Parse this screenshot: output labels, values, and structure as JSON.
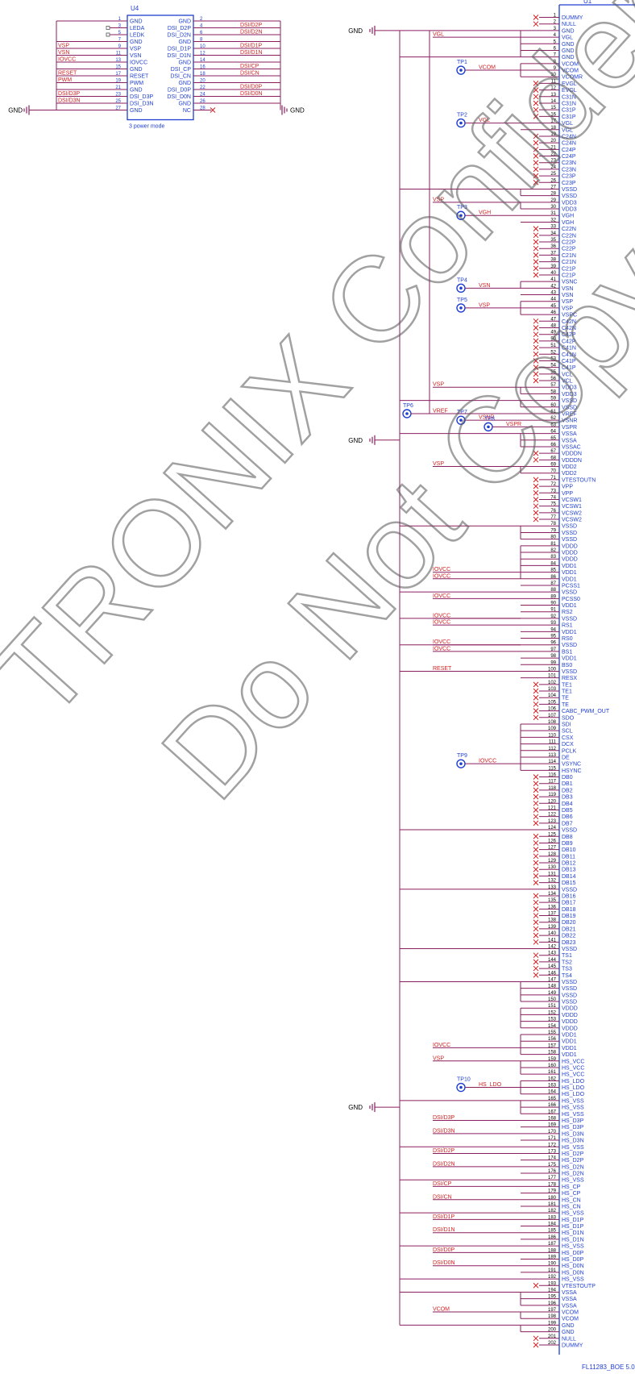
{
  "watermark": {
    "line1": "TRONIX Confidential",
    "line2": "Do Not Copy"
  },
  "colors": {
    "wire": "#8a1f5e",
    "text_blue": "#1f3fd0",
    "text_red": "#d42020",
    "box": "#1f3fd0",
    "nc_x": "#d42020"
  },
  "u4": {
    "refdes": "U4",
    "caption": "3 power mode",
    "left_pins": [
      {
        "num": "1",
        "name": "GND",
        "net": ""
      },
      {
        "num": "3",
        "name": "LEDA",
        "net": ""
      },
      {
        "num": "5",
        "name": "LEDK",
        "net": ""
      },
      {
        "num": "7",
        "name": "GND",
        "net": ""
      },
      {
        "num": "9",
        "name": "VSP",
        "net": "VSP"
      },
      {
        "num": "11",
        "name": "VSN",
        "net": "VSN"
      },
      {
        "num": "13",
        "name": "IOVCC",
        "net": "IOVCC"
      },
      {
        "num": "15",
        "name": "GND",
        "net": ""
      },
      {
        "num": "17",
        "name": "RESET",
        "net": "RESET"
      },
      {
        "num": "19",
        "name": "PWM",
        "net": "PWM"
      },
      {
        "num": "21",
        "name": "GND",
        "net": ""
      },
      {
        "num": "23",
        "name": "DSI_D3P",
        "net": "DSI/D3P"
      },
      {
        "num": "25",
        "name": "DSI_D3N",
        "net": "DSI/D3N"
      },
      {
        "num": "27",
        "name": "GND",
        "net": ""
      }
    ],
    "right_pins": [
      {
        "num": "2",
        "name": "GND",
        "net": ""
      },
      {
        "num": "4",
        "name": "DSI_D2P",
        "net": "DSI/D2P"
      },
      {
        "num": "6",
        "name": "DSI_D2N",
        "net": "DSI/D2N"
      },
      {
        "num": "8",
        "name": "GND",
        "net": ""
      },
      {
        "num": "10",
        "name": "DSI_D1P",
        "net": "DSI/D1P"
      },
      {
        "num": "12",
        "name": "DSI_D1N",
        "net": "DSI/D1N"
      },
      {
        "num": "14",
        "name": "GND",
        "net": ""
      },
      {
        "num": "16",
        "name": "DSI_CP",
        "net": "DSI/CP"
      },
      {
        "num": "18",
        "name": "DSI_CN",
        "net": "DSI/CN"
      },
      {
        "num": "20",
        "name": "GND",
        "net": ""
      },
      {
        "num": "22",
        "name": "DSI_D0P",
        "net": "DSI/D0P"
      },
      {
        "num": "24",
        "name": "DSI_D0N",
        "net": "DSI/D0N"
      },
      {
        "num": "26",
        "name": "GND",
        "net": ""
      },
      {
        "num": "28",
        "name": "NC",
        "net": ""
      }
    ]
  },
  "gnd_label": "GND",
  "u1": {
    "refdes": "U1",
    "caption": "FL11283_BOE 5.0",
    "pins": [
      {
        "num": "1",
        "name": "DUMMY",
        "nc": true
      },
      {
        "num": "2",
        "name": "NULL",
        "nc": true
      },
      {
        "num": "3",
        "name": "GND"
      },
      {
        "num": "4",
        "name": "VGL"
      },
      {
        "num": "5",
        "name": "GND"
      },
      {
        "num": "6",
        "name": "GND"
      },
      {
        "num": "7",
        "name": "GND"
      },
      {
        "num": "8",
        "name": "VCOM"
      },
      {
        "num": "9",
        "name": "VCOM"
      },
      {
        "num": "10",
        "name": "VCOMR"
      },
      {
        "num": "11",
        "name": "EVGL",
        "nc": true
      },
      {
        "num": "12",
        "name": "EVGL",
        "nc": true
      },
      {
        "num": "13",
        "name": "C31N",
        "nc": true
      },
      {
        "num": "14",
        "name": "C31N",
        "nc": true
      },
      {
        "num": "15",
        "name": "C31P",
        "nc": true
      },
      {
        "num": "16",
        "name": "C31P",
        "nc": true
      },
      {
        "num": "17",
        "name": "VGL"
      },
      {
        "num": "18",
        "name": "VGL"
      },
      {
        "num": "19",
        "name": "C24N",
        "nc": true
      },
      {
        "num": "20",
        "name": "C24N",
        "nc": true
      },
      {
        "num": "21",
        "name": "C24P",
        "nc": true
      },
      {
        "num": "22",
        "name": "C24P",
        "nc": true
      },
      {
        "num": "23",
        "name": "C23N",
        "nc": true
      },
      {
        "num": "24",
        "name": "C23N",
        "nc": true
      },
      {
        "num": "25",
        "name": "C23P",
        "nc": true
      },
      {
        "num": "26",
        "name": "C23P",
        "nc": true
      },
      {
        "num": "27",
        "name": "VSSD"
      },
      {
        "num": "28",
        "name": "VSSD"
      },
      {
        "num": "29",
        "name": "VDD3"
      },
      {
        "num": "30",
        "name": "VDD3"
      },
      {
        "num": "31",
        "name": "VGH"
      },
      {
        "num": "32",
        "name": "VGH"
      },
      {
        "num": "33",
        "name": "C22N",
        "nc": true
      },
      {
        "num": "34",
        "name": "C22N",
        "nc": true
      },
      {
        "num": "35",
        "name": "C22P",
        "nc": true
      },
      {
        "num": "36",
        "name": "C22P",
        "nc": true
      },
      {
        "num": "37",
        "name": "C21N",
        "nc": true
      },
      {
        "num": "38",
        "name": "C21N",
        "nc": true
      },
      {
        "num": "39",
        "name": "C21P",
        "nc": true
      },
      {
        "num": "40",
        "name": "C21P",
        "nc": true
      },
      {
        "num": "41",
        "name": "VSNC"
      },
      {
        "num": "42",
        "name": "VSN"
      },
      {
        "num": "43",
        "name": "VSN"
      },
      {
        "num": "44",
        "name": "VSP"
      },
      {
        "num": "45",
        "name": "VSP"
      },
      {
        "num": "46",
        "name": "VSPC"
      },
      {
        "num": "47",
        "name": "C42N",
        "nc": true
      },
      {
        "num": "48",
        "name": "C42N",
        "nc": true
      },
      {
        "num": "49",
        "name": "C42P",
        "nc": true
      },
      {
        "num": "50",
        "name": "C42P",
        "nc": true
      },
      {
        "num": "51",
        "name": "C41N",
        "nc": true
      },
      {
        "num": "52",
        "name": "C41N",
        "nc": true
      },
      {
        "num": "53",
        "name": "C41P",
        "nc": true
      },
      {
        "num": "54",
        "name": "C41P",
        "nc": true
      },
      {
        "num": "55",
        "name": "VCL",
        "nc": true
      },
      {
        "num": "56",
        "name": "VCL",
        "nc": true
      },
      {
        "num": "57",
        "name": "VDD3"
      },
      {
        "num": "58",
        "name": "VDD3"
      },
      {
        "num": "59",
        "name": "VSSD"
      },
      {
        "num": "60",
        "name": "VSSD"
      },
      {
        "num": "61",
        "name": "VREF"
      },
      {
        "num": "62",
        "name": "VSNR"
      },
      {
        "num": "63",
        "name": "VSPR"
      },
      {
        "num": "64",
        "name": "VSSA"
      },
      {
        "num": "65",
        "name": "VSSA"
      },
      {
        "num": "66",
        "name": "VSSAC"
      },
      {
        "num": "67",
        "name": "VDDDN",
        "nc": true
      },
      {
        "num": "68",
        "name": "VDDDN",
        "nc": true
      },
      {
        "num": "69",
        "name": "VDD2"
      },
      {
        "num": "70",
        "name": "VDD2"
      },
      {
        "num": "71",
        "name": "VTESTOUTN",
        "nc": true
      },
      {
        "num": "72",
        "name": "VPP",
        "nc": true
      },
      {
        "num": "73",
        "name": "VPP",
        "nc": true
      },
      {
        "num": "74",
        "name": "VCSW1",
        "nc": true
      },
      {
        "num": "75",
        "name": "VCSW1",
        "nc": true
      },
      {
        "num": "76",
        "name": "VCSW2",
        "nc": true
      },
      {
        "num": "77",
        "name": "VCSW2",
        "nc": true
      },
      {
        "num": "78",
        "name": "VSSD"
      },
      {
        "num": "79",
        "name": "VSSD"
      },
      {
        "num": "80",
        "name": "VSSD"
      },
      {
        "num": "81",
        "name": "VDDD"
      },
      {
        "num": "82",
        "name": "VDDD"
      },
      {
        "num": "83",
        "name": "VDDD"
      },
      {
        "num": "84",
        "name": "VDD1"
      },
      {
        "num": "85",
        "name": "VDD1"
      },
      {
        "num": "86",
        "name": "VDD1"
      },
      {
        "num": "87",
        "name": "PCSS1"
      },
      {
        "num": "88",
        "name": "VSSD"
      },
      {
        "num": "89",
        "name": "PCSS0"
      },
      {
        "num": "90",
        "name": "VDD1"
      },
      {
        "num": "91",
        "name": "RS2"
      },
      {
        "num": "92",
        "name": "VSSD"
      },
      {
        "num": "93",
        "name": "RS1"
      },
      {
        "num": "94",
        "name": "VDD1"
      },
      {
        "num": "95",
        "name": "RS0"
      },
      {
        "num": "96",
        "name": "VSSD"
      },
      {
        "num": "97",
        "name": "BS1"
      },
      {
        "num": "98",
        "name": "VDD1"
      },
      {
        "num": "99",
        "name": "BS0"
      },
      {
        "num": "100",
        "name": "VSSD"
      },
      {
        "num": "101",
        "name": "RESX"
      },
      {
        "num": "102",
        "name": "TE1",
        "nc": true
      },
      {
        "num": "103",
        "name": "TE1",
        "nc": true
      },
      {
        "num": "104",
        "name": "TE",
        "nc": true
      },
      {
        "num": "105",
        "name": "TE",
        "nc": true
      },
      {
        "num": "106",
        "name": "CABC_PWM_OUT",
        "nc": true
      },
      {
        "num": "107",
        "name": "SDO",
        "nc": true
      },
      {
        "num": "108",
        "name": "SDI"
      },
      {
        "num": "109",
        "name": "SCL"
      },
      {
        "num": "110",
        "name": "CSX"
      },
      {
        "num": "111",
        "name": "DCX"
      },
      {
        "num": "112",
        "name": "PCLK"
      },
      {
        "num": "113",
        "name": "DE"
      },
      {
        "num": "114",
        "name": "VSYNC"
      },
      {
        "num": "115",
        "name": "HSYNC"
      },
      {
        "num": "116",
        "name": "DB0",
        "nc": true
      },
      {
        "num": "117",
        "name": "DB1",
        "nc": true
      },
      {
        "num": "118",
        "name": "DB2",
        "nc": true
      },
      {
        "num": "119",
        "name": "DB3",
        "nc": true
      },
      {
        "num": "120",
        "name": "DB4",
        "nc": true
      },
      {
        "num": "121",
        "name": "DB5",
        "nc": true
      },
      {
        "num": "122",
        "name": "DB6",
        "nc": true
      },
      {
        "num": "123",
        "name": "DB7",
        "nc": true
      },
      {
        "num": "124",
        "name": "VSSD"
      },
      {
        "num": "125",
        "name": "DB8",
        "nc": true
      },
      {
        "num": "126",
        "name": "DB9",
        "nc": true
      },
      {
        "num": "127",
        "name": "DB10",
        "nc": true
      },
      {
        "num": "128",
        "name": "DB11",
        "nc": true
      },
      {
        "num": "129",
        "name": "DB12",
        "nc": true
      },
      {
        "num": "130",
        "name": "DB13",
        "nc": true
      },
      {
        "num": "131",
        "name": "DB14",
        "nc": true
      },
      {
        "num": "132",
        "name": "DB15",
        "nc": true
      },
      {
        "num": "133",
        "name": "VSSD"
      },
      {
        "num": "134",
        "name": "DB16",
        "nc": true
      },
      {
        "num": "135",
        "name": "DB17",
        "nc": true
      },
      {
        "num": "136",
        "name": "DB18",
        "nc": true
      },
      {
        "num": "137",
        "name": "DB19",
        "nc": true
      },
      {
        "num": "138",
        "name": "DB20",
        "nc": true
      },
      {
        "num": "139",
        "name": "DB21",
        "nc": true
      },
      {
        "num": "140",
        "name": "DB22",
        "nc": true
      },
      {
        "num": "141",
        "name": "DB23",
        "nc": true
      },
      {
        "num": "142",
        "name": "VSSD"
      },
      {
        "num": "143",
        "name": "TS1",
        "nc": true
      },
      {
        "num": "144",
        "name": "TS2",
        "nc": true
      },
      {
        "num": "145",
        "name": "TS3",
        "nc": true
      },
      {
        "num": "146",
        "name": "TS4",
        "nc": true
      },
      {
        "num": "147",
        "name": "VSSD"
      },
      {
        "num": "148",
        "name": "VSSD"
      },
      {
        "num": "149",
        "name": "VSSD"
      },
      {
        "num": "150",
        "name": "VSSD"
      },
      {
        "num": "151",
        "name": "VDDD"
      },
      {
        "num": "152",
        "name": "VDDD"
      },
      {
        "num": "153",
        "name": "VDDD"
      },
      {
        "num": "154",
        "name": "VDDD"
      },
      {
        "num": "155",
        "name": "VDD1"
      },
      {
        "num": "156",
        "name": "VDD1"
      },
      {
        "num": "157",
        "name": "VDD1"
      },
      {
        "num": "158",
        "name": "VDD1"
      },
      {
        "num": "159",
        "name": "HS_VCC"
      },
      {
        "num": "160",
        "name": "HS_VCC"
      },
      {
        "num": "161",
        "name": "HS_VCC"
      },
      {
        "num": "162",
        "name": "HS_LDO"
      },
      {
        "num": "163",
        "name": "HS_LDO"
      },
      {
        "num": "164",
        "name": "HS_LDO"
      },
      {
        "num": "165",
        "name": "HS_VSS"
      },
      {
        "num": "166",
        "name": "HS_VSS"
      },
      {
        "num": "167",
        "name": "HS_VSS"
      },
      {
        "num": "168",
        "name": "HS_D3P"
      },
      {
        "num": "169",
        "name": "HS_D3P"
      },
      {
        "num": "170",
        "name": "HS_D3N"
      },
      {
        "num": "171",
        "name": "HS_D3N"
      },
      {
        "num": "172",
        "name": "HS_VSS"
      },
      {
        "num": "173",
        "name": "HS_D2P"
      },
      {
        "num": "174",
        "name": "HS_D2P"
      },
      {
        "num": "175",
        "name": "HS_D2N"
      },
      {
        "num": "176",
        "name": "HS_D2N"
      },
      {
        "num": "177",
        "name": "HS_VSS"
      },
      {
        "num": "178",
        "name": "HS_CP"
      },
      {
        "num": "179",
        "name": "HS_CP"
      },
      {
        "num": "180",
        "name": "HS_CN"
      },
      {
        "num": "181",
        "name": "HS_CN"
      },
      {
        "num": "182",
        "name": "HS_VSS"
      },
      {
        "num": "183",
        "name": "HS_D1P"
      },
      {
        "num": "184",
        "name": "HS_D1P"
      },
      {
        "num": "185",
        "name": "HS_D1N"
      },
      {
        "num": "186",
        "name": "HS_D1N"
      },
      {
        "num": "187",
        "name": "HS_VSS"
      },
      {
        "num": "188",
        "name": "HS_D0P"
      },
      {
        "num": "189",
        "name": "HS_D0P"
      },
      {
        "num": "190",
        "name": "HS_D0N"
      },
      {
        "num": "191",
        "name": "HS_D0N"
      },
      {
        "num": "192",
        "name": "HS_VSS"
      },
      {
        "num": "193",
        "name": "VTESTOUTP",
        "nc": true
      },
      {
        "num": "194",
        "name": "VSSA"
      },
      {
        "num": "195",
        "name": "VSSA"
      },
      {
        "num": "196",
        "name": "VSSA"
      },
      {
        "num": "197",
        "name": "VCOM"
      },
      {
        "num": "198",
        "name": "VCOM"
      },
      {
        "num": "199",
        "name": "GND"
      },
      {
        "num": "200",
        "name": "GND"
      },
      {
        "num": "201",
        "name": "NULL",
        "nc": true
      },
      {
        "num": "202",
        "name": "DUMMY",
        "nc": true
      }
    ]
  },
  "net_labels": [
    {
      "text": "VGL",
      "pin": 4
    },
    {
      "text": "VSP",
      "pin": 29
    },
    {
      "text": "VSP",
      "pin": 57
    },
    {
      "text": "VREF",
      "pin": 61
    },
    {
      "text": "VSP",
      "pin": 69
    },
    {
      "text": "IOVCC",
      "pin": 85
    },
    {
      "text": "IOVCC",
      "pin": 86
    },
    {
      "text": "IOVCC",
      "pin": 89
    },
    {
      "text": "IOVCC",
      "pin": 92
    },
    {
      "text": "IOVCC",
      "pin": 93
    },
    {
      "text": "IOVCC",
      "pin": 96
    },
    {
      "text": "IOVCC",
      "pin": 97
    },
    {
      "text": "RESET",
      "pin": 100
    },
    {
      "text": "IOVCC",
      "pin": 157
    },
    {
      "text": "VSP",
      "pin": 159
    },
    {
      "text": "DSI/D3P",
      "pin": 168
    },
    {
      "text": "DSI/D3N",
      "pin": 170
    },
    {
      "text": "DSI/D2P",
      "pin": 173
    },
    {
      "text": "DSI/D2N",
      "pin": 175
    },
    {
      "text": "DSI/CP",
      "pin": 178
    },
    {
      "text": "DSI/CN",
      "pin": 180
    },
    {
      "text": "DSI/D1P",
      "pin": 183
    },
    {
      "text": "DSI/D1N",
      "pin": 185
    },
    {
      "text": "DSI/D0P",
      "pin": 188
    },
    {
      "text": "DSI/D0N",
      "pin": 190
    },
    {
      "text": "VCOM",
      "pin": 197
    }
  ],
  "testpoints": [
    {
      "name": "TP1",
      "net": "VCOM",
      "pin": 9
    },
    {
      "name": "TP2",
      "net": "VGL",
      "pin": 17
    },
    {
      "name": "TP3",
      "net": "VGH",
      "pin": 31
    },
    {
      "name": "TP4",
      "net": "VSN",
      "pin": 42
    },
    {
      "name": "TP5",
      "net": "VSP",
      "pin": 45
    },
    {
      "name": "TP6",
      "net": "",
      "pin": 61
    },
    {
      "name": "TP7",
      "net": "VSNR",
      "pin": 62
    },
    {
      "name": "TP8",
      "net": "VSPR",
      "pin": 63
    },
    {
      "name": "TP9",
      "net": "IOVCC",
      "pin": 114
    },
    {
      "name": "TP10",
      "net": "HS_LDO",
      "pin": 163
    }
  ]
}
